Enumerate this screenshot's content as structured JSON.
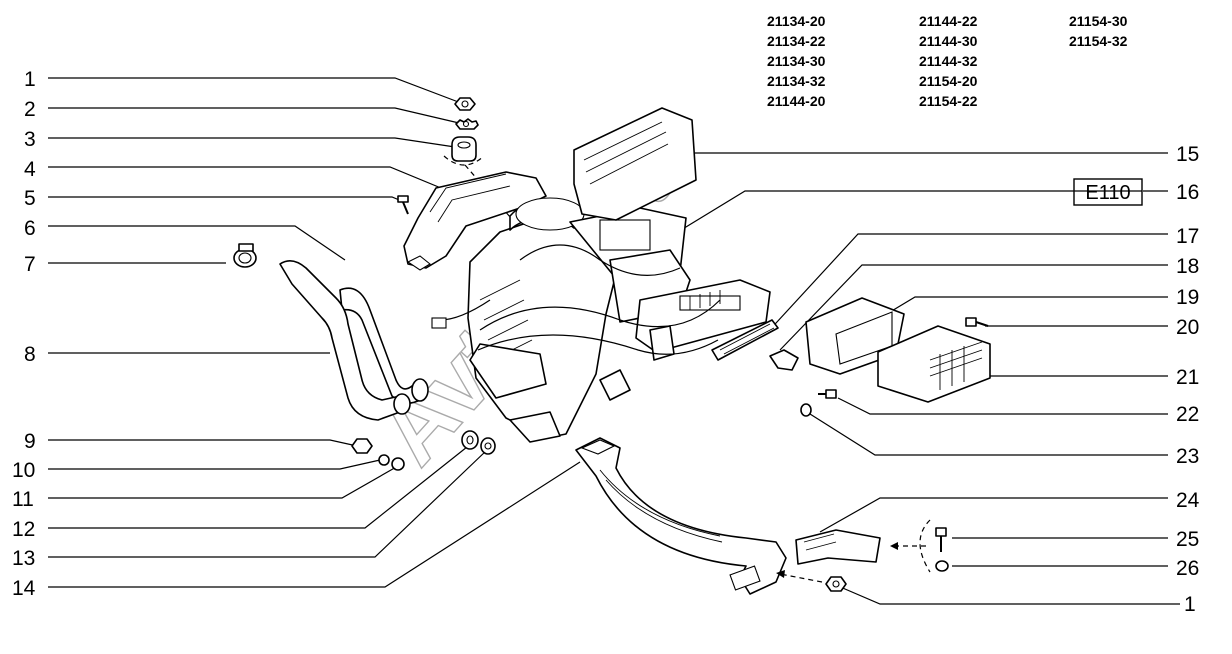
{
  "models": {
    "col_a": [
      "21134-20",
      "21134-22",
      "21134-30",
      "21134-32",
      "21144-20"
    ],
    "col_b": [
      "21144-22",
      "21144-30",
      "21144-32",
      "21154-20",
      "21154-22"
    ],
    "col_c": [
      "21154-30",
      "21154-32"
    ]
  },
  "left_callouts": [
    "1",
    "2",
    "3",
    "4",
    "5",
    "6",
    "7",
    "8",
    "9",
    "10",
    "11",
    "12",
    "13",
    "14"
  ],
  "right_callouts": [
    "15",
    "16",
    "17",
    "18",
    "19",
    "20",
    "21",
    "22",
    "23",
    "24",
    "25",
    "26",
    "1"
  ],
  "code_box": "E110",
  "watermark": "AvtoSoft"
}
